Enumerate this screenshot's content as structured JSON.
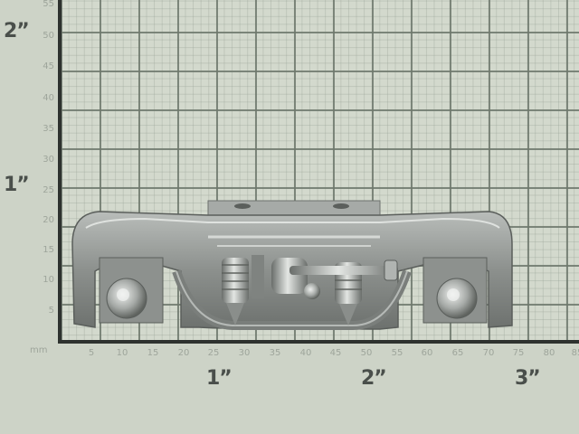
{
  "scene": {
    "description": "Photograph of a silver-gray model railroad truck (bogie) side frame lying on millimetre graph paper with inch markers",
    "subject": "model train truck / bogie side frame",
    "colors": {
      "paper": "#cdd3c7",
      "grid_major": "#6e786c",
      "axis_line": "#2e322f",
      "metal_dark": "#6f7370",
      "metal_mid": "#9a9e9b",
      "metal_light": "#d8dbd8",
      "label_text": "#9ea59b",
      "inch_text": "#4a4f4b"
    }
  },
  "scale": {
    "unit_label": "mm",
    "y_ticks": [
      "55",
      "50",
      "45",
      "40",
      "35",
      "30",
      "25",
      "20",
      "15",
      "10",
      "5"
    ],
    "x_ticks": [
      "5",
      "10",
      "15",
      "20",
      "25",
      "30",
      "35",
      "40",
      "45",
      "50",
      "55",
      "60",
      "65",
      "70",
      "75",
      "80",
      "85"
    ],
    "y_inch_labels": [
      "2”",
      "1”"
    ],
    "x_inch_labels": [
      "1”",
      "2”",
      "3”"
    ]
  }
}
